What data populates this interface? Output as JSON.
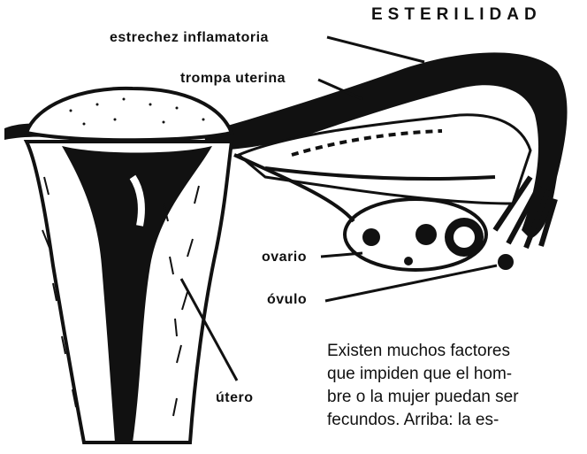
{
  "title": "ESTERILIDAD",
  "labels": {
    "estrechez": "estrechez inflamatoria",
    "trompa": "trompa uterina",
    "ovario": "ovario",
    "ovulo": "óvulo",
    "utero": "útero"
  },
  "caption": {
    "lines": [
      "Existen muchos factores",
      "que impiden que el hom-",
      "bre o la mujer puedan ser",
      "fecundos. Arriba: la es-"
    ]
  },
  "colors": {
    "ink": "#111111",
    "paper": "#ffffff"
  }
}
